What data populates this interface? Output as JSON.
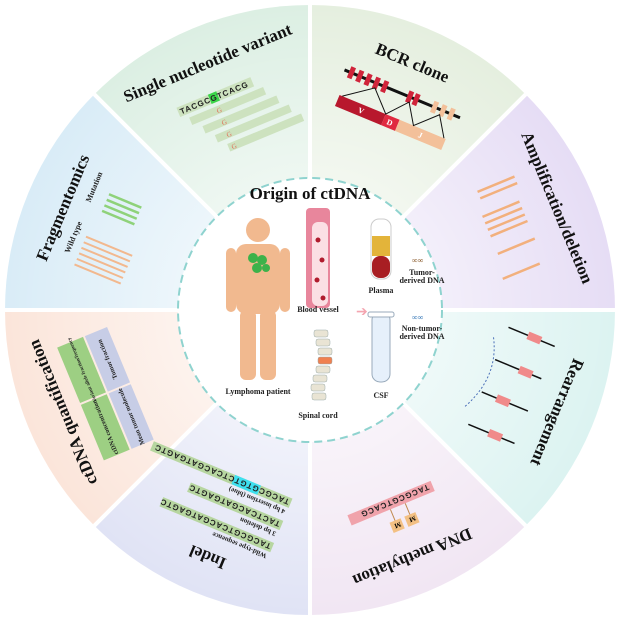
{
  "center": {
    "title": "Origin of ctDNA",
    "patient_label": "Lymphoma patient",
    "vessel_label": "Blood vessel",
    "spine_label": "Spinal cord",
    "plasma_label": "Plasma",
    "csf_label": "CSF",
    "legend_tumor": "Tumor-derived DNA",
    "legend_tumor_lines": [
      "Tumor-",
      "derived DNA"
    ],
    "legend_nontumor_lines": [
      "Non-tumor-",
      "derived DNA"
    ]
  },
  "sectors": {
    "snv": {
      "title": "Single nucleotide variant",
      "reference": "TACGCGTCACG",
      "variant_base": "G",
      "color": "#dcefe3"
    },
    "bcr": {
      "title": "BCR clone",
      "segments": [
        "V",
        "D",
        "J"
      ],
      "color": "#e5efdf"
    },
    "amplification": {
      "title": "Amplification/deletion",
      "color": "#e6ddf5"
    },
    "rearrangement": {
      "title": "Rearrangement",
      "color": "#dcf3f1"
    },
    "methylation": {
      "title": "DNA methylation",
      "sequence": "TACGCGTCACG",
      "mark": "M",
      "color": "#f1e6f3"
    },
    "indel": {
      "title": "Indel",
      "color": "#e0e3f5",
      "rows": [
        {
          "seq": "TACGCGTGTCTCACGATGAGTC",
          "label": "4 bp insertion (blue)"
        },
        {
          "seq": "TACTCACGATGAGTC",
          "label": "3 bp deletion"
        },
        {
          "seq": "TACGCGTCACGATGAGTC",
          "label": "Wild-type sequence"
        }
      ]
    },
    "quantification": {
      "title": "ctDNA quantification",
      "color": "#fbe5da",
      "cells": [
        "Variant allele fraction/frequency",
        "Tumor fraction",
        "ctDNA concentration",
        "Mean tumor molecule"
      ]
    },
    "fragmentomics": {
      "title": "Fragmentomics",
      "wild_label": "Wild type",
      "mutation_label": "Mutation",
      "color": "#d9ecf7"
    }
  }
}
